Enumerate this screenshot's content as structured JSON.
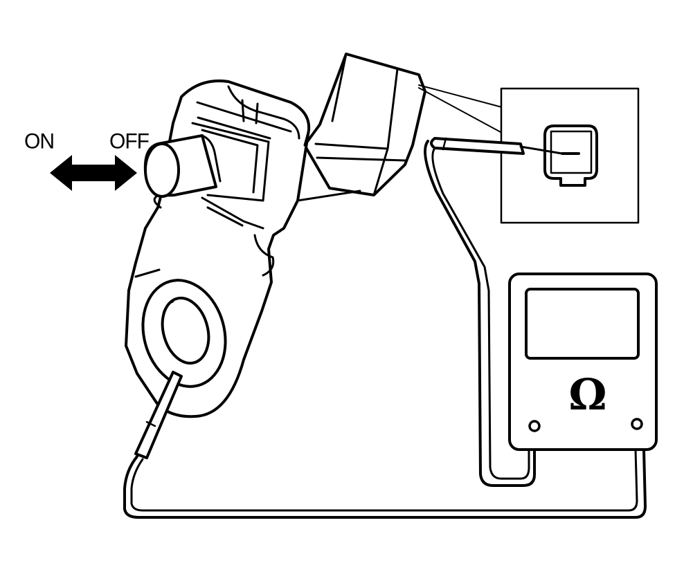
{
  "switch": {
    "on_label": "ON",
    "off_label": "OFF"
  },
  "meter": {
    "symbol": "Ω"
  },
  "colors": {
    "line": "#000000",
    "background": "#ffffff"
  },
  "icons": {
    "direction": "double-arrow-icon",
    "connector": "connector-terminal-icon",
    "meter": "ohmmeter-icon"
  }
}
